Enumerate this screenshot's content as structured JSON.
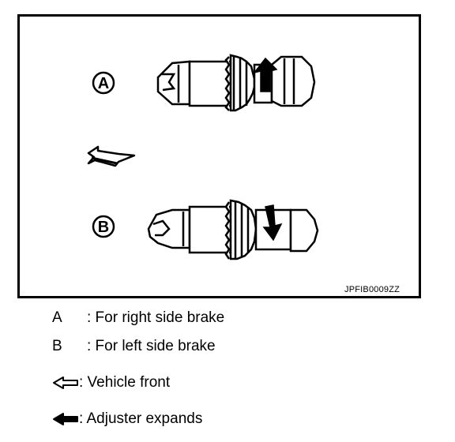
{
  "figure": {
    "label_a": "A",
    "label_b": "B",
    "code": "JPFIB0009ZZ"
  },
  "legend": [
    {
      "key": "A",
      "text": ": For right side brake"
    },
    {
      "key": "B",
      "text": ": For left side brake"
    },
    {
      "icon": "outline-arrow-icon",
      "text": ": Vehicle front"
    },
    {
      "icon": "solid-arrow-icon",
      "text": ": Adjuster expands"
    }
  ]
}
